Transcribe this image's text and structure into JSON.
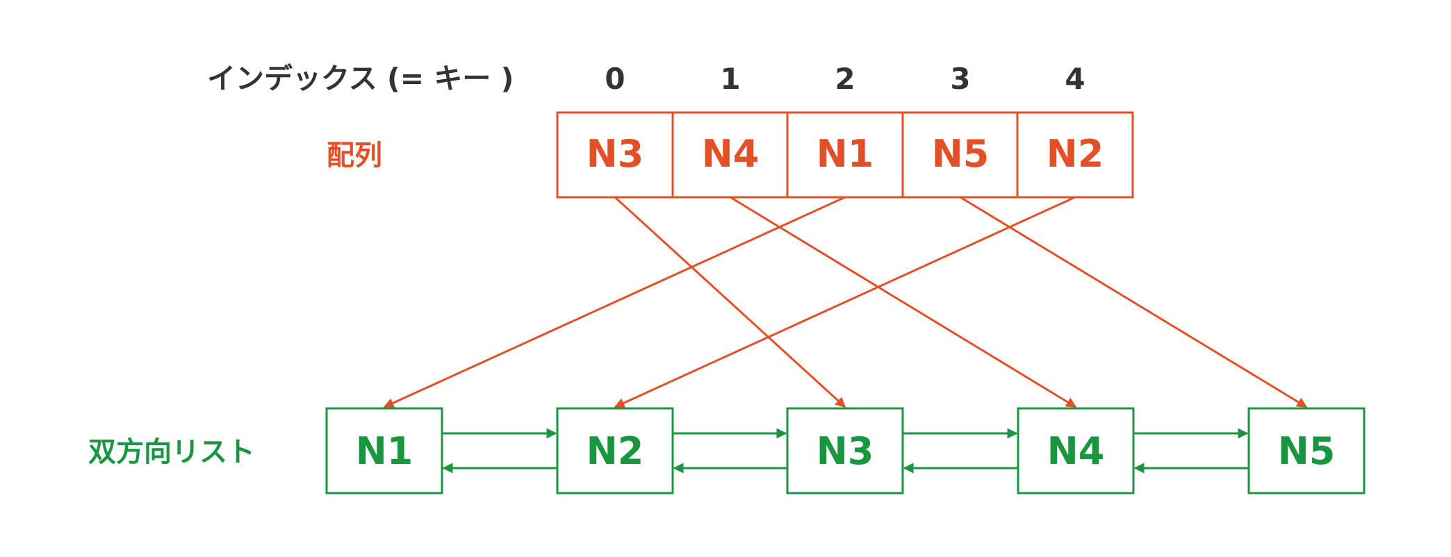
{
  "index_label": "インデックス (= キー )",
  "indices": [
    "0",
    "1",
    "2",
    "3",
    "4"
  ],
  "array_label": "配列",
  "array_cells": [
    "N3",
    "N4",
    "N1",
    "N5",
    "N2"
  ],
  "list_label": "双方向リスト",
  "list_nodes": [
    "N1",
    "N2",
    "N3",
    "N4",
    "N5"
  ],
  "colors": {
    "array": "#e34f26",
    "list": "#1a9641",
    "text": "#333333"
  }
}
